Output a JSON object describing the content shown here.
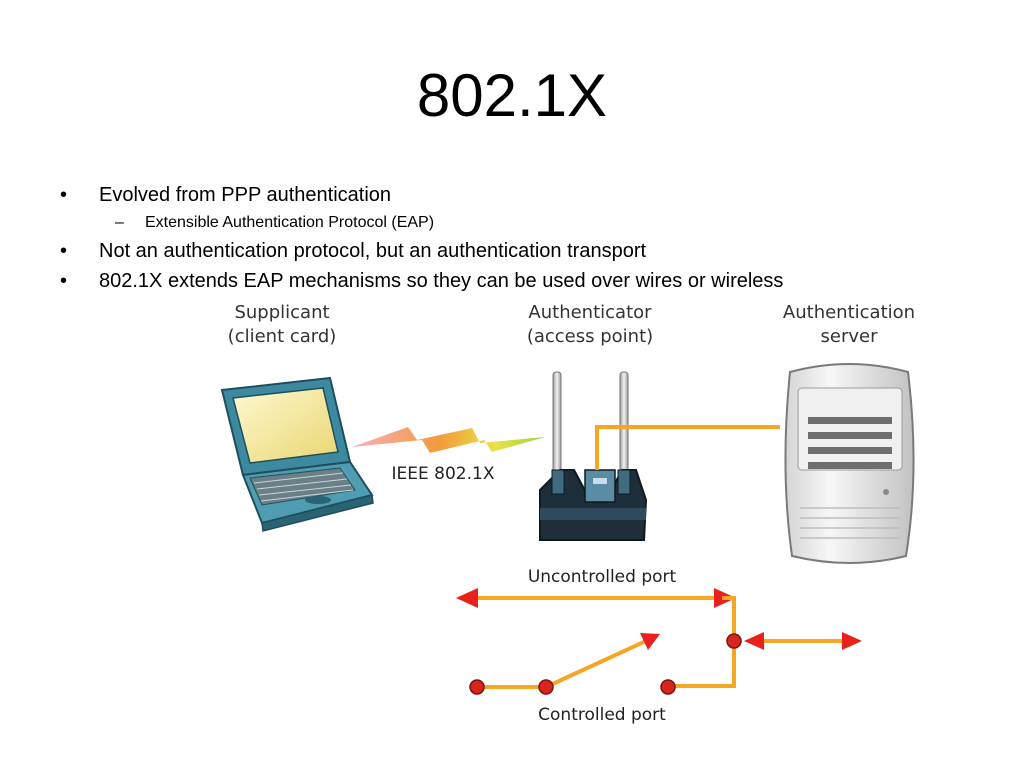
{
  "slide": {
    "title": "802.1X",
    "bullets": [
      {
        "marker": "•",
        "text": "Evolved from PPP authentication"
      },
      {
        "marker": "–",
        "text": "Extensible Authentication Protocol (EAP)"
      },
      {
        "marker": "•",
        "text": "Not an authentication protocol, but an authentication transport"
      },
      {
        "marker": "•",
        "text": "802.1X extends EAP mechanisms so they can be used over wires or wireless"
      }
    ]
  },
  "diagram": {
    "supplicant": {
      "line1": "Supplicant",
      "line2": "(client card)"
    },
    "authenticator": {
      "line1": "Authenticator",
      "line2": "(access point)"
    },
    "server": {
      "line1": "Authentication",
      "line2": "server"
    },
    "link_label": "IEEE 802.1X",
    "uncontrolled_port": "Uncontrolled port",
    "controlled_port": "Controlled port",
    "colors": {
      "wire": "#f5a623",
      "arrow": "#e8211d",
      "node": "#d9261c",
      "device": "#3d8aa0"
    }
  }
}
